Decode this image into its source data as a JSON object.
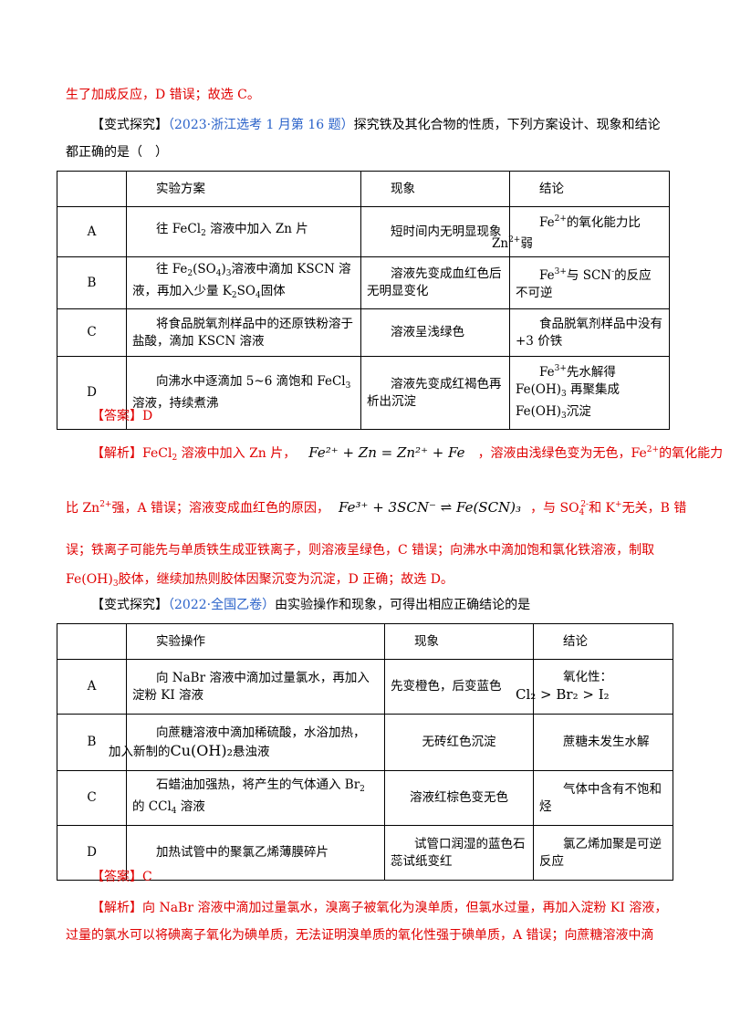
{
  "p1": {
    "tail": "生了加成反应，D 错误；故选 C。",
    "tag": "【变式探究】",
    "source": "（2023·浙江选考 1 月第 16 题）",
    "q_rest": "探究铁及其化合物的性质，下列方案设计、现象和结论",
    "q_line2": "都正确的是（　）"
  },
  "table1": {
    "h_plan": "实验方案",
    "h_phen": "现象",
    "h_concl": "结论",
    "A": {
      "label": "A",
      "plan_a": "往 FeCl",
      "plan_b": " 溶液中加入 Zn 片",
      "phen": "短时间内无明显现象",
      "c1": "Fe",
      "c2": "的氧化能力比",
      "c3": "Zn",
      "c4": "弱"
    },
    "B": {
      "label": "B",
      "plan_a": "往 Fe",
      "plan_b": "(SO",
      "plan_c": ")",
      "plan_d": "溶液中滴加 KSCN 溶液，再加入少量 K",
      "plan_e": "SO",
      "plan_f": "固体",
      "phen": "溶液先变成血红色后无明显变化",
      "c1": "Fe",
      "c2": "与 SCN",
      "c3": "的反应不可逆"
    },
    "C": {
      "label": "C",
      "plan": "将食品脱氧剂样品中的还原铁粉溶于盐酸，滴加 KSCN 溶液",
      "phen": "溶液呈浅绿色",
      "concl": "食品脱氧剂样品中没有+3 价铁"
    },
    "D": {
      "label": "D",
      "plan_a": "向沸水中逐滴加 5~6 滴饱和 FeCl",
      "plan_b": " 溶液，持续煮沸",
      "phen": "溶液先变成红褐色再析出沉淀",
      "c1": "Fe",
      "c2": "先水解得 Fe(OH)",
      "c3": " 再聚集成 Fe(OH)",
      "c4": "沉淀"
    }
  },
  "ans1": "【答案】D",
  "exp1": {
    "a1": "【解析】FeCl",
    "a2": " 溶液中加入 Zn 片，",
    "eq1": "Fe²⁺ + Zn = Zn²⁺ + Fe",
    "a3": "，溶液由浅绿色变为无色，Fe",
    "a4": "的氧化能力",
    "b1": "比 Zn",
    "b2": "强，A 错误；溶液变成血红色的原因，",
    "eq2": "Fe³⁺ + 3SCN⁻ ⇌ Fe(SCN)₃",
    "b3": "，与 SO",
    "b4": "和 K",
    "b5": "无关，B 错",
    "c": "误；铁离子可能先与单质铁生成亚铁离子，则溶液呈绿色，C 错误；向沸水中滴加饱和氯化铁溶液，制取",
    "d1": "Fe(OH)",
    "d2": "胶体，继续加热则胶体因聚沉变为沉淀，D 正确；故选 D。"
  },
  "p2": {
    "tag": "【变式探究】",
    "source": "（2022·全国乙卷）",
    "q_rest": "由实验操作和现象，可得出相应正确结论的是"
  },
  "table2": {
    "h_op": "实验操作",
    "h_phen": "现象",
    "h_concl": "结论",
    "A": {
      "label": "A",
      "op": "向 NaBr 溶液中滴加过量氯水，再加入淀粉 KI 溶液",
      "phen": "先变橙色，后变蓝色",
      "c1": "氧化性：",
      "c2": "Cl₂ > Br₂ > I₂"
    },
    "B": {
      "label": "B",
      "op1": "向蔗糖溶液中滴加稀硫酸，水浴加热，",
      "op2": "加入新制的",
      "op3": "Cu(OH)₂",
      "op4": "悬浊液",
      "phen": "无砖红色沉淀",
      "concl": "蔗糖未发生水解"
    },
    "C": {
      "label": "C",
      "op_a": "石蜡油加强热，将产生的气体通入 Br",
      "op_b": " 的 CCl",
      "op_c": " 溶液",
      "phen": "溶液红棕色变无色",
      "concl": "气体中含有不饱和烃"
    },
    "D": {
      "label": "D",
      "op": "加热试管中的聚氯乙烯薄膜碎片",
      "phen": "试管口润湿的蓝色石蕊试纸变红",
      "concl": "氯乙烯加聚是可逆反应"
    }
  },
  "ans2": "【答案】C",
  "exp2": {
    "l1": "【解析】向 NaBr 溶液中滴加过量氯水，溴离子被氧化为溴单质，但氯水过量，再加入淀粉 KI 溶液，",
    "l2": "过量的氯水可以将碘离子氧化为碘单质，无法证明溴单质的氧化性强于碘单质，A 错误；向蔗糖溶液中滴"
  }
}
